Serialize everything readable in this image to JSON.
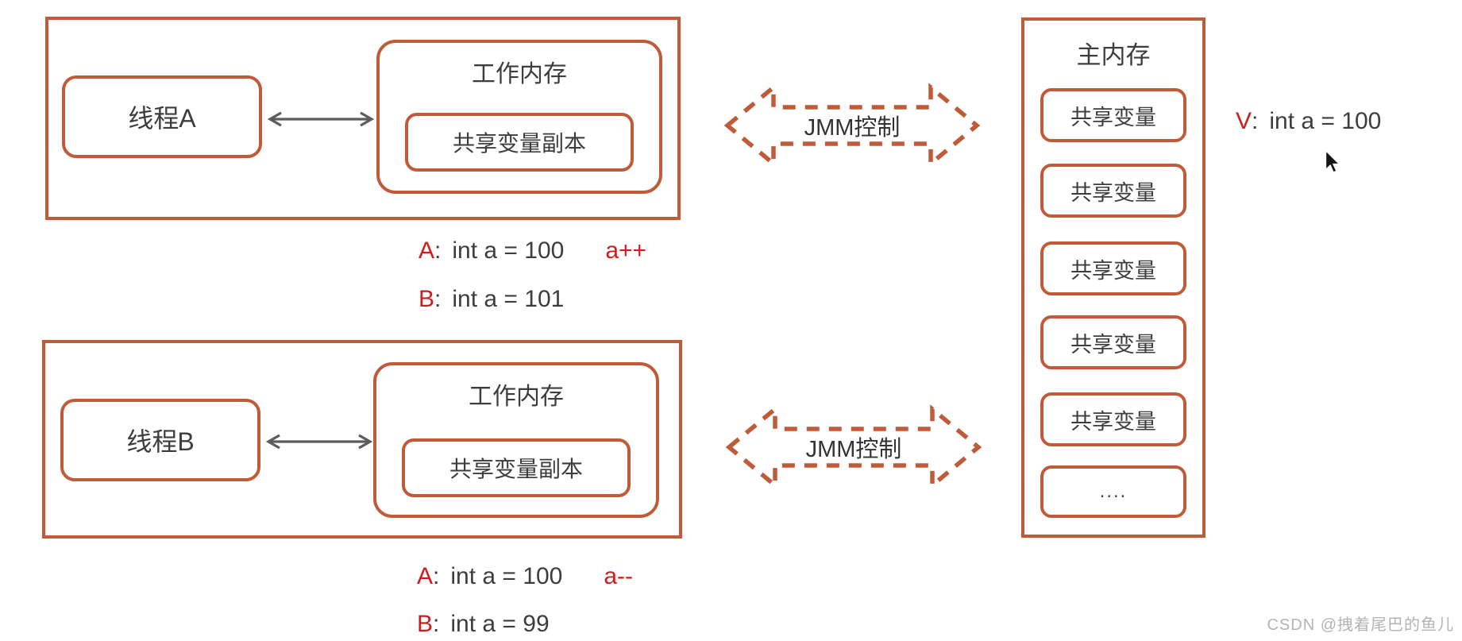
{
  "colors": {
    "accent": "#c05b3a",
    "red": "#ce1d1d",
    "ink": "#3d3d3d",
    "gray_arrow": "#5c5c5c",
    "watermark_gray": "#b3b3b3"
  },
  "groups": [
    {
      "thread": "线程A",
      "working_memory": "工作内存",
      "shared_copy": "共享变量副本"
    },
    {
      "thread": "线程B",
      "working_memory": "工作内存",
      "shared_copy": "共享变量副本"
    }
  ],
  "jmm": {
    "label": "JMM控制"
  },
  "main_memory": {
    "title": "主内存",
    "slots": [
      "共享变量",
      "共享变量",
      "共享变量",
      "共享变量",
      "共享变量",
      "...."
    ]
  },
  "main_value": {
    "label": "V",
    "colon": ":",
    "value": "int a = 100"
  },
  "notes_top": {
    "a": {
      "label": "A",
      "colon": ":",
      "value": "int a = 100",
      "op": "a++"
    },
    "b": {
      "label": "B",
      "colon": ":",
      "value": "int a = 101"
    }
  },
  "notes_bottom": {
    "a": {
      "label": "A",
      "colon": ":",
      "value": "int a = 100",
      "op": "a--"
    },
    "b": {
      "label": "B",
      "colon": ":",
      "value": "int a = 99"
    }
  },
  "watermark": "CSDN @拽着尾巴的鱼儿"
}
